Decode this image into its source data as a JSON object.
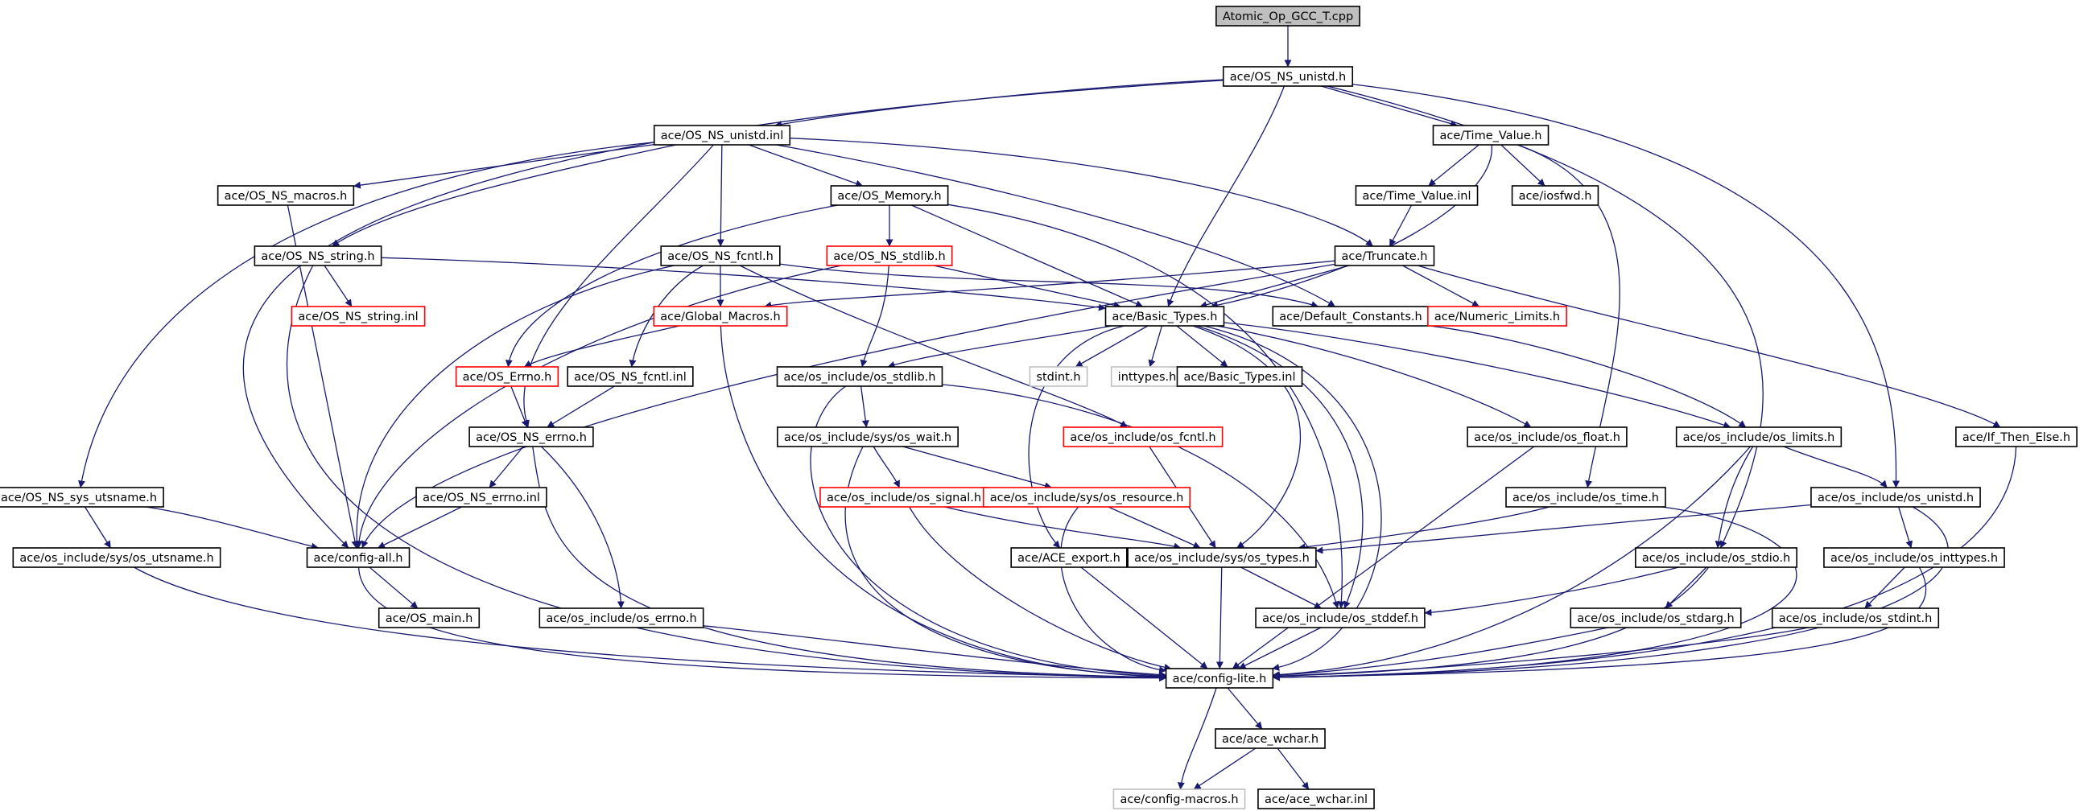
{
  "colors": {
    "edge": "#191970",
    "normal_border": "#000000",
    "truncated_border": "#ff0000",
    "external_border": "#bfbfbf",
    "root_fill": "#bfbfbf",
    "label": "#000000"
  },
  "nodes": [
    {
      "id": "root",
      "label": "Atomic_Op_GCC_T.cpp",
      "kind": "root"
    },
    {
      "id": "unistd_h",
      "label": "ace/OS_NS_unistd.h",
      "kind": "normal"
    },
    {
      "id": "unistd_inl",
      "label": "ace/OS_NS_unistd.inl",
      "kind": "normal"
    },
    {
      "id": "time_value_h",
      "label": "ace/Time_Value.h",
      "kind": "normal"
    },
    {
      "id": "macros_h",
      "label": "ace/OS_NS_macros.h",
      "kind": "normal"
    },
    {
      "id": "memory_h",
      "label": "ace/OS_Memory.h",
      "kind": "normal"
    },
    {
      "id": "time_value_inl",
      "label": "ace/Time_Value.inl",
      "kind": "normal"
    },
    {
      "id": "iosfwd_h",
      "label": "ace/iosfwd.h",
      "kind": "normal"
    },
    {
      "id": "string_h",
      "label": "ace/OS_NS_string.h",
      "kind": "normal"
    },
    {
      "id": "fcntl_h",
      "label": "ace/OS_NS_fcntl.h",
      "kind": "normal"
    },
    {
      "id": "stdlib_h",
      "label": "ace/OS_NS_stdlib.h",
      "kind": "truncated"
    },
    {
      "id": "truncate_h",
      "label": "ace/Truncate.h",
      "kind": "normal"
    },
    {
      "id": "string_inl",
      "label": "ace/OS_NS_string.inl",
      "kind": "truncated"
    },
    {
      "id": "global_macros_h",
      "label": "ace/Global_Macros.h",
      "kind": "truncated"
    },
    {
      "id": "basic_types_h",
      "label": "ace/Basic_Types.h",
      "kind": "normal"
    },
    {
      "id": "default_constants_h",
      "label": "ace/Default_Constants.h",
      "kind": "normal"
    },
    {
      "id": "numeric_limits_h",
      "label": "ace/Numeric_Limits.h",
      "kind": "truncated"
    },
    {
      "id": "errno_h",
      "label": "ace/OS_Errno.h",
      "kind": "truncated"
    },
    {
      "id": "fcntl_inl",
      "label": "ace/OS_NS_fcntl.inl",
      "kind": "normal"
    },
    {
      "id": "os_stdlib_h",
      "label": "ace/os_include/os_stdlib.h",
      "kind": "normal"
    },
    {
      "id": "stdint_h",
      "label": "stdint.h",
      "kind": "external"
    },
    {
      "id": "inttypes_h",
      "label": "inttypes.h",
      "kind": "external"
    },
    {
      "id": "basic_types_inl",
      "label": "ace/Basic_Types.inl",
      "kind": "normal"
    },
    {
      "id": "ns_errno_h",
      "label": "ace/OS_NS_errno.h",
      "kind": "normal"
    },
    {
      "id": "sys_wait_h",
      "label": "ace/os_include/sys/os_wait.h",
      "kind": "normal"
    },
    {
      "id": "os_fcntl_h",
      "label": "ace/os_include/os_fcntl.h",
      "kind": "truncated"
    },
    {
      "id": "os_float_h",
      "label": "ace/os_include/os_float.h",
      "kind": "normal"
    },
    {
      "id": "os_limits_h",
      "label": "ace/os_include/os_limits.h",
      "kind": "normal"
    },
    {
      "id": "if_then_else_h",
      "label": "ace/If_Then_Else.h",
      "kind": "normal"
    },
    {
      "id": "sys_utsname_h",
      "label": "ace/OS_NS_sys_utsname.h",
      "kind": "normal"
    },
    {
      "id": "ns_errno_inl",
      "label": "ace/OS_NS_errno.inl",
      "kind": "normal"
    },
    {
      "id": "os_signal_h",
      "label": "ace/os_include/os_signal.h",
      "kind": "truncated"
    },
    {
      "id": "sys_resource_h",
      "label": "ace/os_include/sys/os_resource.h",
      "kind": "truncated"
    },
    {
      "id": "os_time_h",
      "label": "ace/os_include/os_time.h",
      "kind": "normal"
    },
    {
      "id": "os_unistd_h",
      "label": "ace/os_include/os_unistd.h",
      "kind": "normal"
    },
    {
      "id": "os_utsname_h",
      "label": "ace/os_include/sys/os_utsname.h",
      "kind": "normal"
    },
    {
      "id": "config_all_h",
      "label": "ace/config-all.h",
      "kind": "normal"
    },
    {
      "id": "ace_export_h",
      "label": "ace/ACE_export.h",
      "kind": "normal"
    },
    {
      "id": "sys_types_h",
      "label": "ace/os_include/sys/os_types.h",
      "kind": "normal"
    },
    {
      "id": "os_stdio_h",
      "label": "ace/os_include/os_stdio.h",
      "kind": "normal"
    },
    {
      "id": "os_inttypes_h",
      "label": "ace/os_include/os_inttypes.h",
      "kind": "normal"
    },
    {
      "id": "os_main_h",
      "label": "ace/OS_main.h",
      "kind": "normal"
    },
    {
      "id": "os_errno_h",
      "label": "ace/os_include/os_errno.h",
      "kind": "normal"
    },
    {
      "id": "os_stddef_h",
      "label": "ace/os_include/os_stddef.h",
      "kind": "normal"
    },
    {
      "id": "os_stdarg_h",
      "label": "ace/os_include/os_stdarg.h",
      "kind": "normal"
    },
    {
      "id": "os_stdint_h",
      "label": "ace/os_include/os_stdint.h",
      "kind": "normal"
    },
    {
      "id": "config_lite_h",
      "label": "ace/config-lite.h",
      "kind": "normal"
    },
    {
      "id": "ace_wchar_h",
      "label": "ace/ace_wchar.h",
      "kind": "normal"
    },
    {
      "id": "config_macros_h",
      "label": "ace/config-macros.h",
      "kind": "external"
    },
    {
      "id": "ace_wchar_inl",
      "label": "ace/ace_wchar.inl",
      "kind": "normal"
    }
  ],
  "edges": [
    [
      "root",
      "unistd_h"
    ],
    [
      "unistd_h",
      "unistd_inl"
    ],
    [
      "unistd_h",
      "time_value_h"
    ],
    [
      "unistd_h",
      "basic_types_h"
    ],
    [
      "unistd_h",
      "os_unistd_h"
    ],
    [
      "unistd_h",
      "os_stdio_h"
    ],
    [
      "unistd_h",
      "config_all_h"
    ],
    [
      "unistd_inl",
      "macros_h"
    ],
    [
      "unistd_inl",
      "memory_h"
    ],
    [
      "unistd_inl",
      "string_h"
    ],
    [
      "unistd_inl",
      "fcntl_h"
    ],
    [
      "unistd_inl",
      "truncate_h"
    ],
    [
      "unistd_inl",
      "default_constants_h"
    ],
    [
      "unistd_inl",
      "sys_utsname_h"
    ],
    [
      "unistd_inl",
      "ns_errno_h"
    ],
    [
      "time_value_h",
      "time_value_inl"
    ],
    [
      "time_value_h",
      "iosfwd_h"
    ],
    [
      "time_value_h",
      "basic_types_h"
    ],
    [
      "time_value_h",
      "os_time_h"
    ],
    [
      "time_value_inl",
      "truncate_h"
    ],
    [
      "macros_h",
      "config_all_h"
    ],
    [
      "memory_h",
      "stdlib_h"
    ],
    [
      "memory_h",
      "basic_types_h"
    ],
    [
      "memory_h",
      "errno_h"
    ],
    [
      "memory_h",
      "os_stddef_h"
    ],
    [
      "string_h",
      "string_inl"
    ],
    [
      "string_h",
      "basic_types_h"
    ],
    [
      "string_h",
      "config_lite_h"
    ],
    [
      "fcntl_h",
      "global_macros_h"
    ],
    [
      "fcntl_h",
      "fcntl_inl"
    ],
    [
      "fcntl_h",
      "config_all_h"
    ],
    [
      "fcntl_h",
      "os_fcntl_h"
    ],
    [
      "fcntl_h",
      "default_constants_h"
    ],
    [
      "stdlib_h",
      "basic_types_h"
    ],
    [
      "stdlib_h",
      "os_stdlib_h"
    ],
    [
      "stdlib_h",
      "config_all_h"
    ],
    [
      "truncate_h",
      "basic_types_h"
    ],
    [
      "truncate_h",
      "numeric_limits_h"
    ],
    [
      "truncate_h",
      "if_then_else_h"
    ],
    [
      "truncate_h",
      "global_macros_h"
    ],
    [
      "truncate_h",
      "config_all_h"
    ],
    [
      "global_macros_h",
      "errno_h"
    ],
    [
      "global_macros_h",
      "config_lite_h"
    ],
    [
      "basic_types_h",
      "stdint_h"
    ],
    [
      "basic_types_h",
      "inttypes_h"
    ],
    [
      "basic_types_h",
      "basic_types_inl"
    ],
    [
      "basic_types_h",
      "os_stdlib_h"
    ],
    [
      "basic_types_h",
      "os_float_h"
    ],
    [
      "basic_types_h",
      "os_limits_h"
    ],
    [
      "basic_types_h",
      "ace_export_h"
    ],
    [
      "basic_types_h",
      "sys_types_h"
    ],
    [
      "basic_types_h",
      "os_stddef_h"
    ],
    [
      "basic_types_h",
      "config_lite_h"
    ],
    [
      "default_constants_h",
      "os_limits_h"
    ],
    [
      "errno_h",
      "ns_errno_h"
    ],
    [
      "fcntl_inl",
      "ns_errno_h"
    ],
    [
      "os_stdlib_h",
      "sys_wait_h"
    ],
    [
      "os_stdlib_h",
      "os_stddef_h"
    ],
    [
      "os_stdlib_h",
      "config_lite_h"
    ],
    [
      "ns_errno_h",
      "ns_errno_inl"
    ],
    [
      "ns_errno_h",
      "os_errno_h"
    ],
    [
      "ns_errno_h",
      "config_lite_h"
    ],
    [
      "sys_wait_h",
      "os_signal_h"
    ],
    [
      "sys_wait_h",
      "sys_resource_h"
    ],
    [
      "sys_wait_h",
      "config_lite_h"
    ],
    [
      "os_fcntl_h",
      "sys_types_h"
    ],
    [
      "os_float_h",
      "config_lite_h"
    ],
    [
      "os_limits_h",
      "os_unistd_h"
    ],
    [
      "os_limits_h",
      "os_stdio_h"
    ],
    [
      "os_limits_h",
      "config_lite_h"
    ],
    [
      "if_then_else_h",
      "config_lite_h"
    ],
    [
      "sys_utsname_h",
      "os_utsname_h"
    ],
    [
      "sys_utsname_h",
      "config_all_h"
    ],
    [
      "ns_errno_inl",
      "config_all_h"
    ],
    [
      "os_signal_h",
      "sys_types_h"
    ],
    [
      "os_signal_h",
      "config_lite_h"
    ],
    [
      "sys_resource_h",
      "sys_types_h"
    ],
    [
      "sys_resource_h",
      "config_lite_h"
    ],
    [
      "os_time_h",
      "sys_types_h"
    ],
    [
      "os_time_h",
      "config_lite_h"
    ],
    [
      "os_unistd_h",
      "os_inttypes_h"
    ],
    [
      "os_unistd_h",
      "sys_types_h"
    ],
    [
      "os_unistd_h",
      "config_lite_h"
    ],
    [
      "os_utsname_h",
      "config_lite_h"
    ],
    [
      "config_all_h",
      "os_main_h"
    ],
    [
      "config_all_h",
      "config_lite_h"
    ],
    [
      "ace_export_h",
      "config_lite_h"
    ],
    [
      "sys_types_h",
      "os_stddef_h"
    ],
    [
      "sys_types_h",
      "config_lite_h"
    ],
    [
      "os_stdio_h",
      "os_stdarg_h"
    ],
    [
      "os_stdio_h",
      "os_stddef_h"
    ],
    [
      "os_stdio_h",
      "config_lite_h"
    ],
    [
      "os_inttypes_h",
      "os_stdint_h"
    ],
    [
      "os_inttypes_h",
      "config_lite_h"
    ],
    [
      "os_errno_h",
      "config_lite_h"
    ],
    [
      "os_stddef_h",
      "config_lite_h"
    ],
    [
      "os_stdarg_h",
      "config_lite_h"
    ],
    [
      "os_stdint_h",
      "config_lite_h"
    ],
    [
      "config_lite_h",
      "ace_wchar_h"
    ],
    [
      "config_lite_h",
      "config_macros_h"
    ],
    [
      "ace_wchar_h",
      "config_macros_h"
    ],
    [
      "ace_wchar_h",
      "ace_wchar_inl"
    ]
  ]
}
